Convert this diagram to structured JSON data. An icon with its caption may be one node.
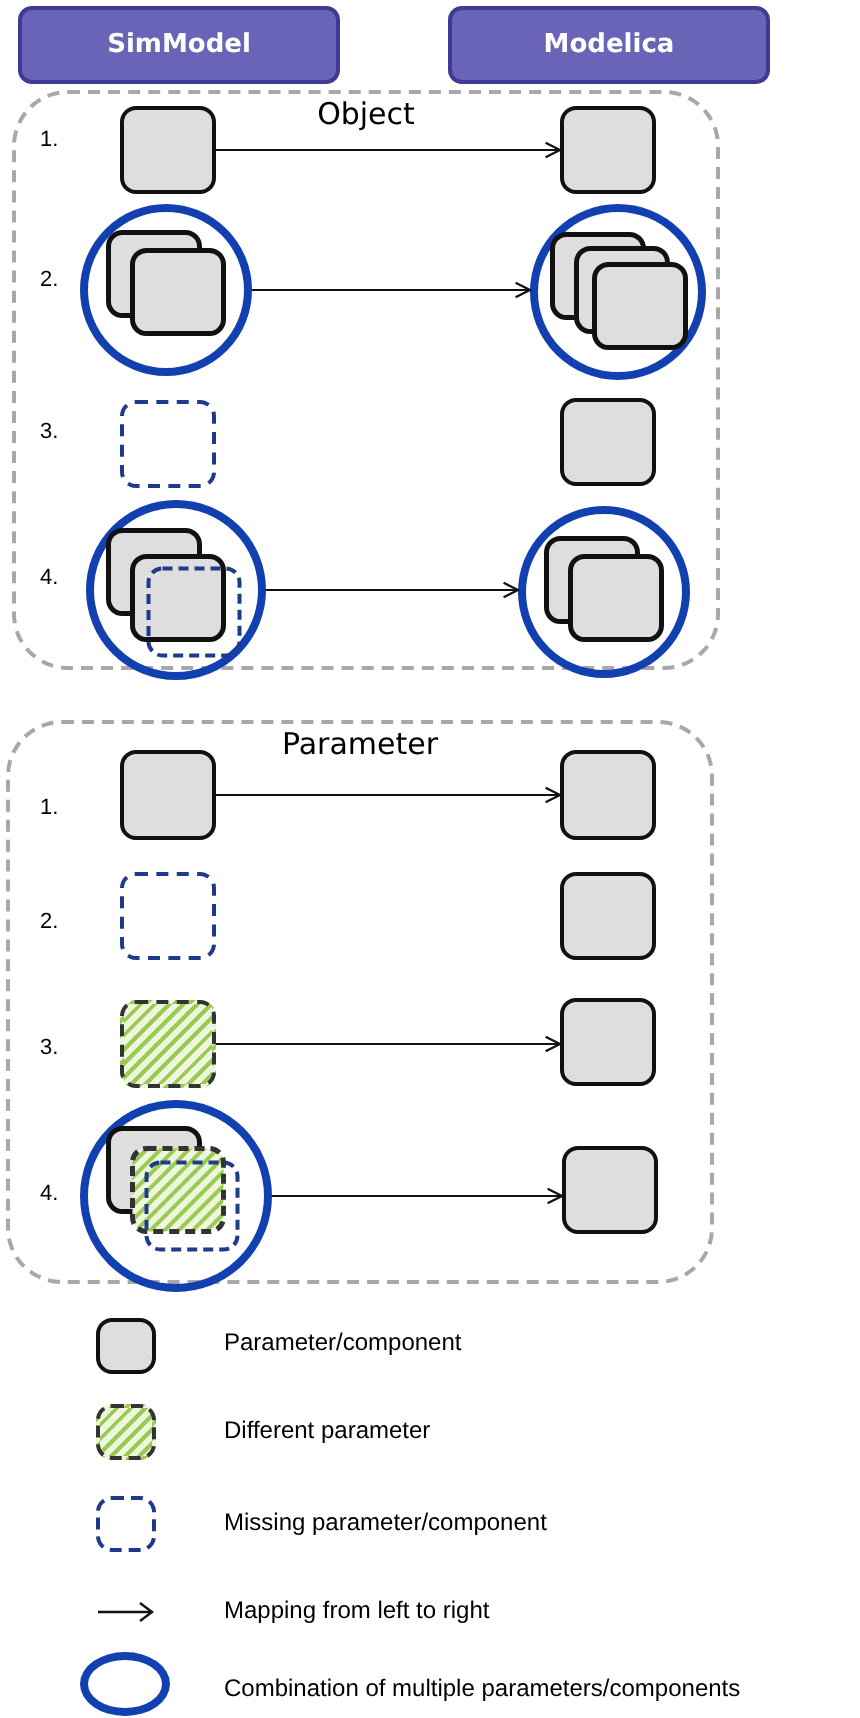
{
  "diagram": {
    "nodes": [
      {
        "text": [
          "SimModel"
        ]
      },
      {
        "text": [
          "Modelica"
        ]
      },
      {
        "text": [
          "Object"
        ]
      },
      {
        "text": [
          "Parameter"
        ]
      },
      {
        "text": [],
        "shape": "box",
        "in": 2
      },
      {
        "text": [],
        "shape": "box",
        "in": 2
      },
      {
        "text": [],
        "shape": "circle",
        "in": 2
      },
      {
        "text": [],
        "shape": "circle",
        "in": 2
      },
      {
        "text": [],
        "shape": "box",
        "in": 2
      },
      {
        "text": [],
        "shape": "box",
        "in": 2
      },
      {
        "text": [],
        "shape": "circle",
        "in": 2
      },
      {
        "text": [],
        "shape": "circle",
        "in": 2
      },
      {
        "text": [],
        "shape": "box",
        "in": 3
      },
      {
        "text": [],
        "shape": "box",
        "in": 3
      },
      {
        "text": [],
        "shape": "box",
        "in": 3
      },
      {
        "text": [],
        "shape": "box",
        "in": 3
      },
      {
        "text": [],
        "shape": "box",
        "in": 3
      },
      {
        "text": [],
        "shape": "box",
        "in": 3
      },
      {
        "text": [],
        "shape": "circle",
        "in": 3
      },
      {
        "text": [],
        "shape": "box",
        "in": 3
      }
    ],
    "edges": [
      {
        "from": 4,
        "to": 5,
        "arrow": "to"
      },
      {
        "from": 6,
        "to": 7,
        "arrow": "to"
      },
      {
        "from": 10,
        "to": 11,
        "arrow": "to"
      },
      {
        "from": 12,
        "to": 13,
        "arrow": "to"
      },
      {
        "from": 16,
        "to": 17,
        "arrow": "to"
      },
      {
        "from": 18,
        "to": 19,
        "arrow": "to"
      }
    ],
    "labels": [
      "1.",
      "2.",
      "3.",
      "4.",
      "1.",
      "2.",
      "3.",
      "4."
    ],
    "legend": [
      {
        "text": "Parameter/component"
      },
      {
        "text": "Different parameter"
      },
      {
        "text": "Missing parameter/component"
      },
      {
        "text": "Mapping from left to right"
      },
      {
        "text": "Combination of multiple parameters/components"
      }
    ]
  }
}
